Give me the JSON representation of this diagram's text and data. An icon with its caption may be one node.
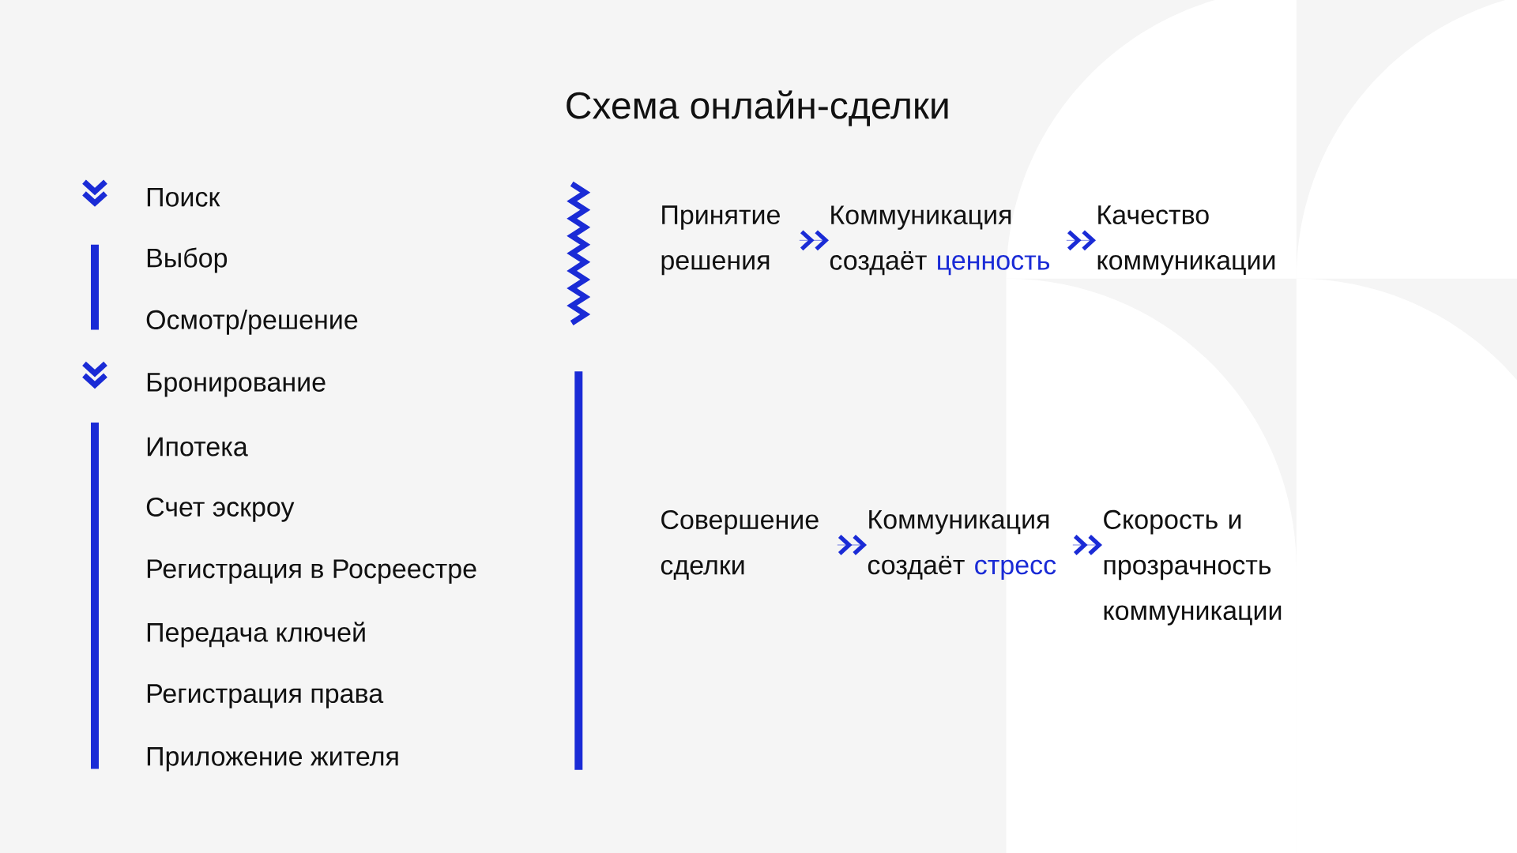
{
  "diagram": {
    "title": "Схема онлайн-сделки",
    "nodes": [
      {
        "text": [
          "Принятие решения"
        ]
      },
      {
        "text": [
          "Коммуникация создаёт",
          "ценность"
        ]
      },
      {
        "text": [
          "Качество коммуникации"
        ]
      },
      {
        "text": [
          "Совершение сделки"
        ]
      },
      {
        "text": [
          "Коммуникация создаёт",
          "стресс"
        ]
      },
      {
        "text": [
          "Скорость и прозрачность коммуникации"
        ]
      }
    ],
    "edges": [
      {
        "from": 0,
        "to": 1,
        "arrow": "to"
      },
      {
        "from": 1,
        "to": 2,
        "arrow": "to"
      },
      {
        "from": 3,
        "to": 4,
        "arrow": "to"
      },
      {
        "from": 4,
        "to": 5,
        "arrow": "to"
      }
    ],
    "labels": [
      "Поиск",
      "Выбор",
      "Осмотр/решение",
      "Бронирование",
      "Ипотека",
      "Счет эскроу",
      "Регистрация в Росреестре",
      "Передача ключей",
      "Регистрация права",
      "Приложение жителя"
    ]
  }
}
